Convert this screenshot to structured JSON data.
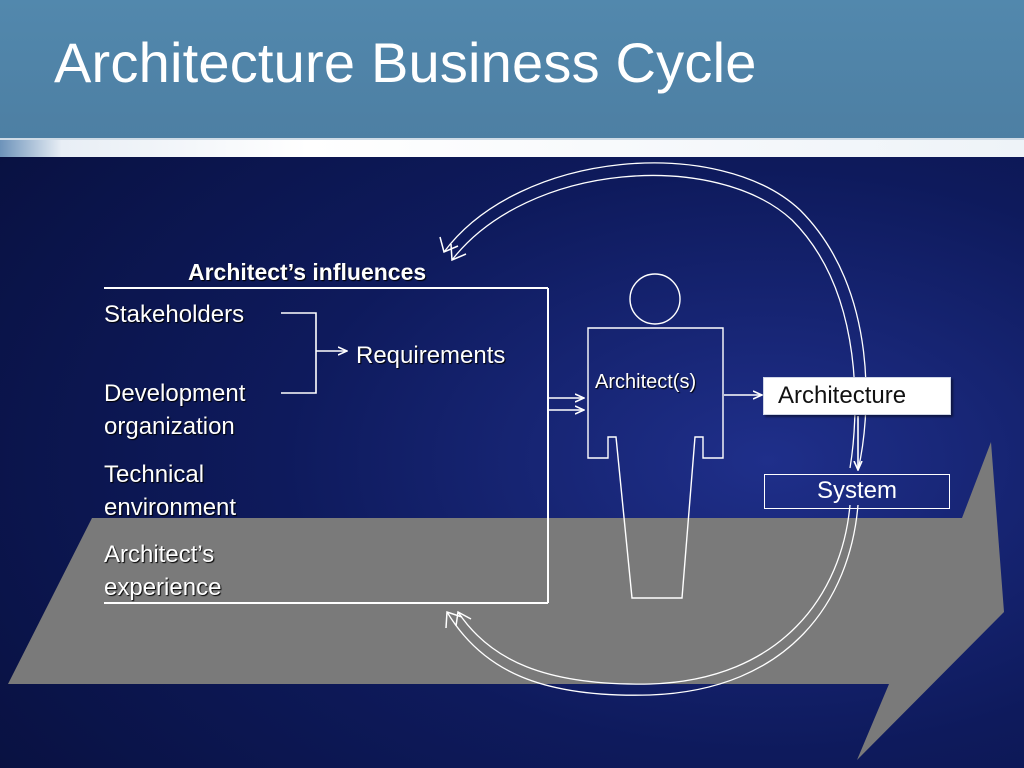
{
  "slide": {
    "title": "Architecture Business Cycle"
  },
  "diagram": {
    "influences_header": "Architect’s influences",
    "stakeholders": "Stakeholders",
    "development_organization": "Development\norganization",
    "technical_environment": "Technical\nenvironment",
    "architects_experience": "Architect’s\nexperience",
    "requirements": "Requirements",
    "architects": "Architect(s)",
    "architecture": "Architecture",
    "system": "System"
  },
  "colors": {
    "title_bar": "#4d7fa3",
    "background": "#0e1a5c",
    "big_arrow": "#7a7a7a",
    "line": "#ffffff"
  }
}
